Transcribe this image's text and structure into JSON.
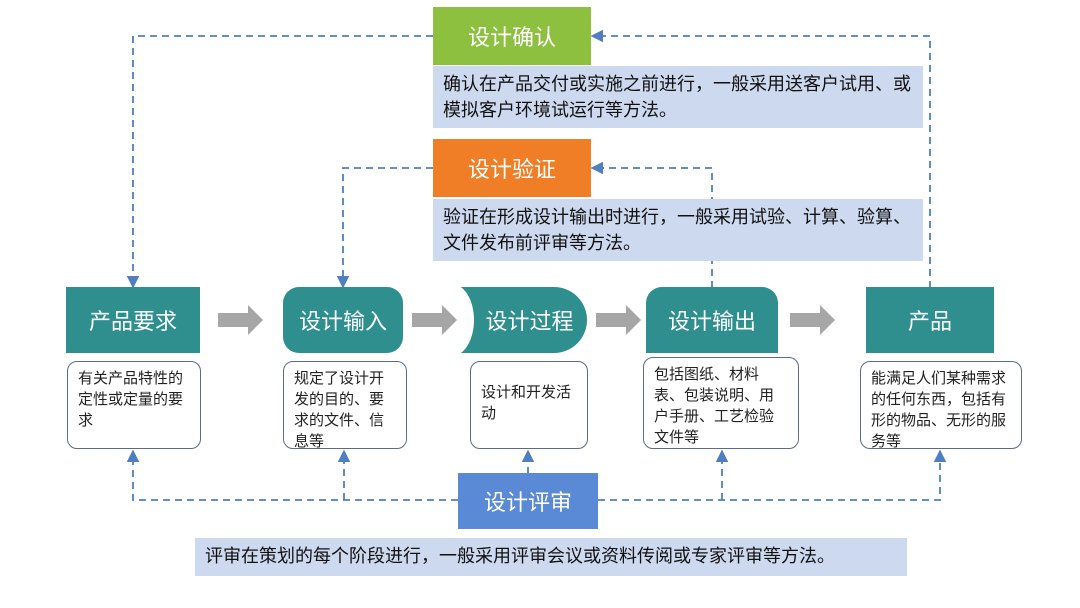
{
  "stages": {
    "req": {
      "title": "产品要求",
      "desc": "有关产品特性的定性或定量的要求"
    },
    "input": {
      "title": "设计输入",
      "desc": "规定了设计开发的目的、要求的文件、信息等"
    },
    "process": {
      "title": "设计过程",
      "desc": "设计和开发活动"
    },
    "output": {
      "title": "设计输出",
      "desc": "包括图纸、材料表、包装说明、用户手册、工艺检验文件等"
    },
    "product": {
      "title": "产品",
      "desc": "能满足人们某种需求的任何东西，包括有形的物品、无形的服务等"
    }
  },
  "confirm": {
    "title": "设计确认",
    "desc": "确认在产品交付或实施之前进行，一般采用送客户试用、或模拟客户环境试运行等方法。"
  },
  "verify": {
    "title": "设计验证",
    "desc": "验证在形成设计输出时进行，一般采用试验、计算、验算、文件发布前评审等方法。"
  },
  "review": {
    "title": "设计评审",
    "desc": "评审在策划的每个阶段进行，一般采用评审会议或资料传阅或专家评审等方法。"
  },
  "colors": {
    "teal": "#2f8f8f",
    "green": "#8dc03f",
    "orange": "#f07e26",
    "blue": "#5a8ad6",
    "desc_bg": "#cdd9ef",
    "dash": "#4f7fc0"
  }
}
